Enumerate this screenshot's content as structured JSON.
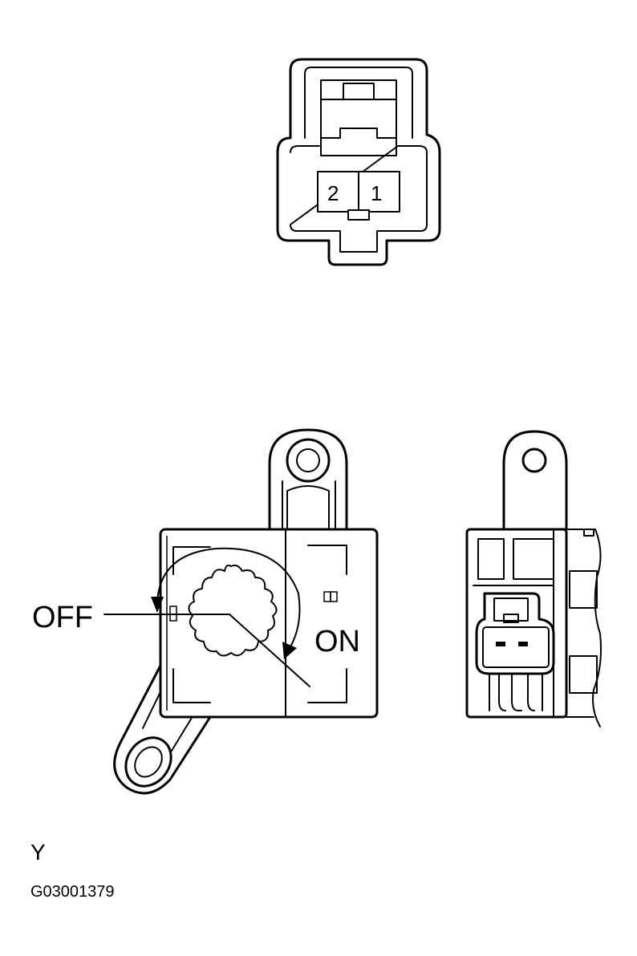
{
  "connector": {
    "pin_2": "2",
    "pin_1": "1"
  },
  "switch": {
    "off_label": "OFF",
    "on_label": "ON"
  },
  "footer": {
    "view_letter": "Y",
    "figure_code": "G03001379"
  }
}
